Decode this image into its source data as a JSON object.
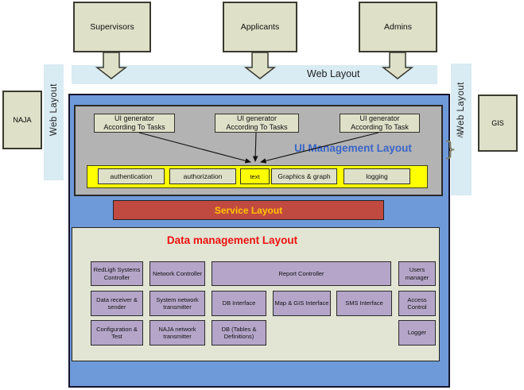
{
  "actors": [
    "Supervisors",
    "Applicants",
    "Admins"
  ],
  "bands": {
    "top_label": "Web Layout",
    "left_label": "Web Layout",
    "right_label": "Web Layout"
  },
  "external": {
    "naja": "NAJA",
    "gis": "GIS"
  },
  "ui_management": {
    "title": "UI Management Layout",
    "title_color": "#3a66c8",
    "generators": [
      "UI generator\nAccording To Tasks",
      "UI generator\nAccording To Tasks",
      "UI generator\nAccording To Task"
    ],
    "services": [
      "authentication",
      "authorization",
      "text",
      "Graphics & graph",
      "logging"
    ]
  },
  "service_layout": {
    "title": "Service Layout",
    "bar_color": "#c04a40",
    "title_color": "#ffc400"
  },
  "data_management": {
    "title": "Data management Layout",
    "title_color": "#ee1111",
    "boxes": [
      "RedLigh Systems Controller",
      "Network Controller",
      "Report Controller",
      "Users manager",
      "Data receiver & sender",
      "System network transmitter",
      "DB Interface",
      "Map & GIS Interface",
      "SMS Interface",
      "Access Control",
      "Configuration & Test",
      "NAJA network transmitter",
      "DB (Tables & Definitions)",
      "Logger"
    ]
  },
  "colors": {
    "beige": "#dee0c8",
    "band_blue": "#d9ebf3",
    "container_blue": "#6f9ad9",
    "ui_gray": "#b3b3b3",
    "yellow": "#ffff00",
    "purple": "#b5a6c9",
    "data_bg": "#e2e5d3"
  }
}
